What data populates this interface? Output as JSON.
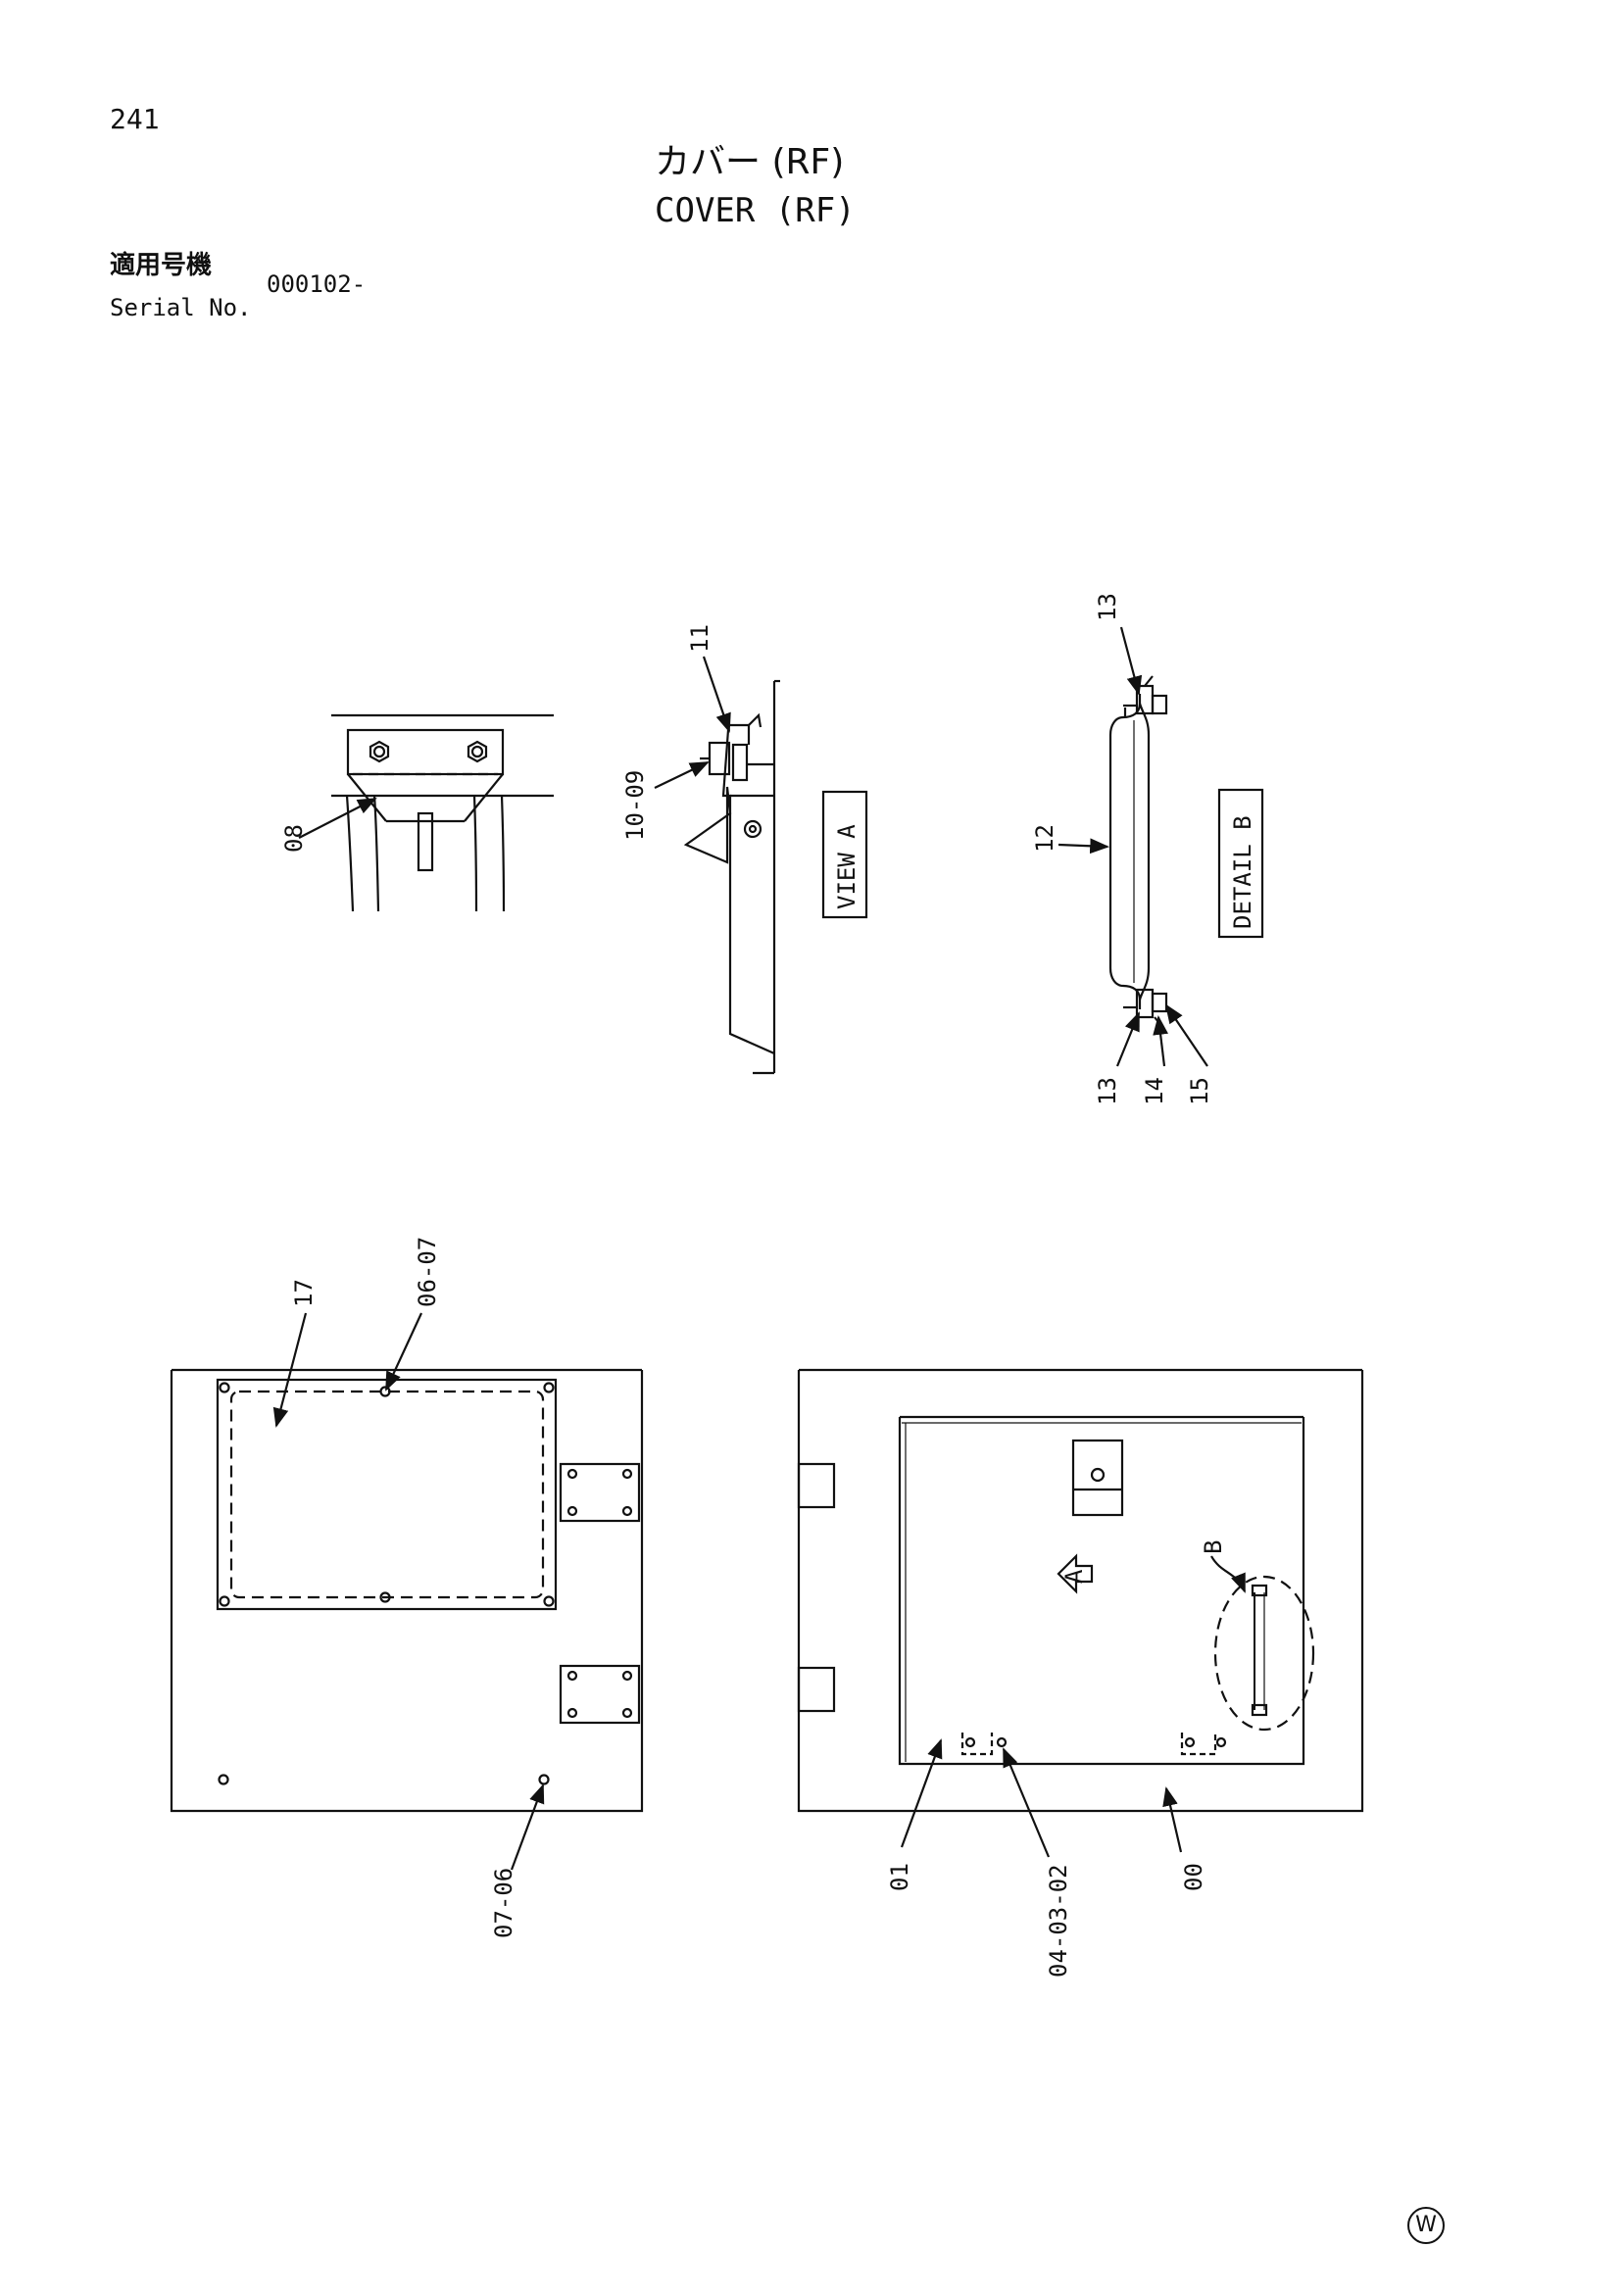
{
  "header": {
    "page_number": "241",
    "title_jp": "カバー (RF)",
    "title_en": "COVER (RF)",
    "serial_label_jp": "適用号機",
    "serial_label_en": "Serial No.",
    "serial_value": "000102-",
    "footer_mark": "W"
  },
  "callouts": {
    "c08": "08",
    "c10_09": "10-09",
    "c11": "11",
    "view_a": "VIEW A",
    "c13_top": "13",
    "c12": "12",
    "detail_b": "DETAIL B",
    "c13_bot": "13",
    "c14": "14",
    "c15": "15",
    "c17": "17",
    "c06_07": "06-07",
    "c07_06": "07-06",
    "c01": "01",
    "c04_03_02": "04-03-02",
    "c00": "00",
    "marker_a": "A",
    "marker_b": "B"
  }
}
